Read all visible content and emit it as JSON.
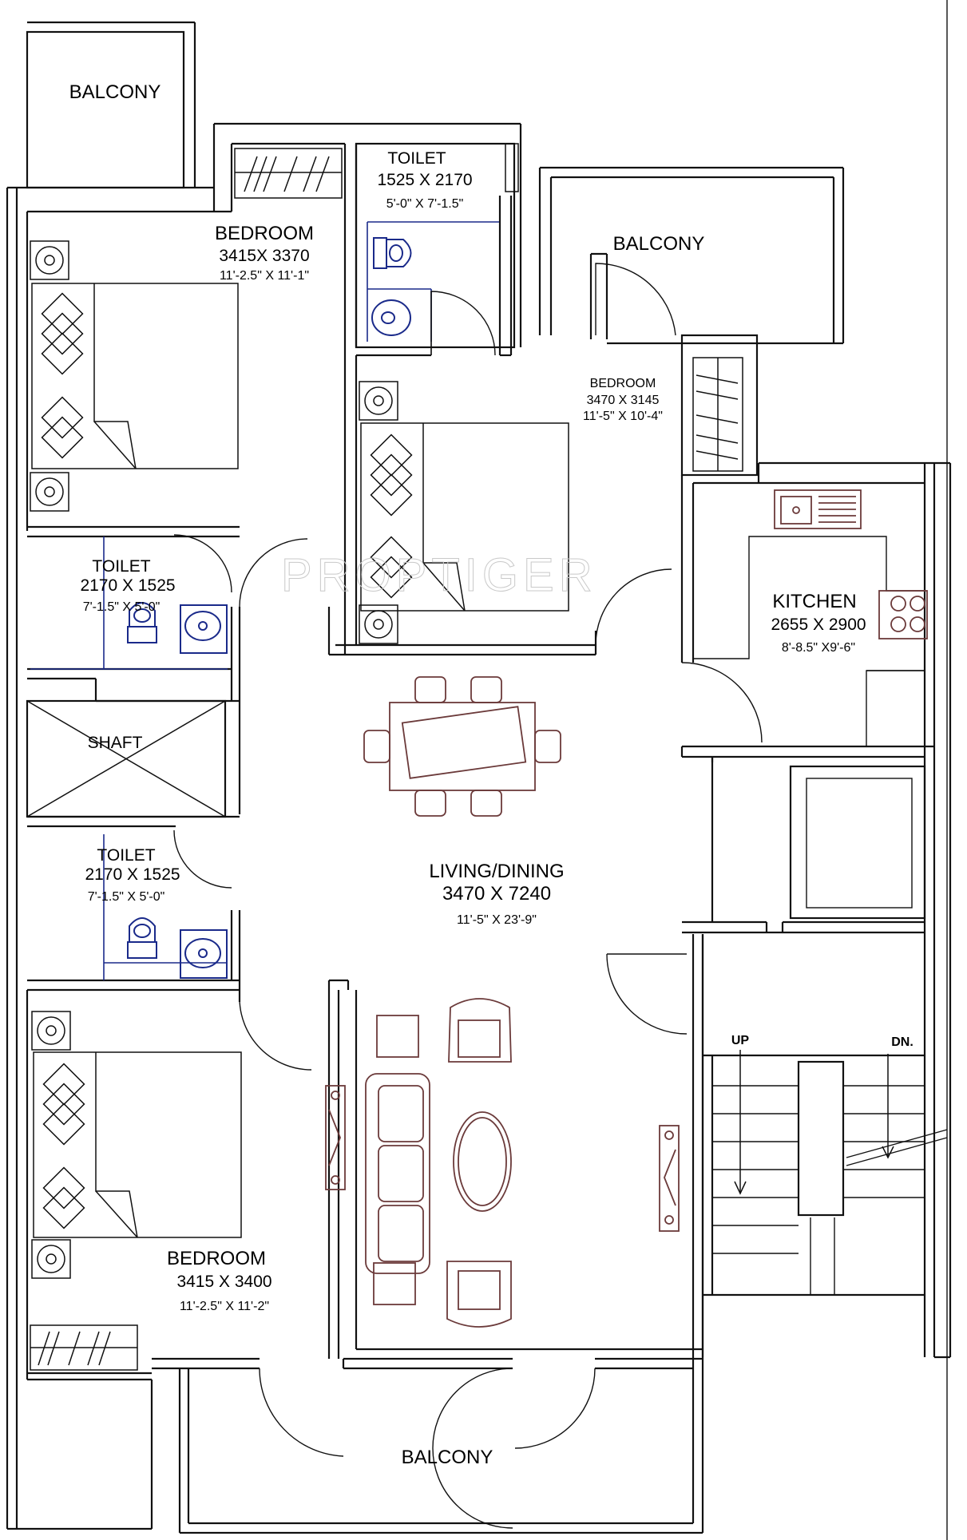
{
  "watermark": "PROPTIGER",
  "rooms": {
    "balcony_top_left": {
      "name": "BALCONY"
    },
    "bedroom_top_left": {
      "name": "BEDROOM",
      "dim_mm": "3415X 3370",
      "dim_ft": "11'-2.5\" X 11'-1\""
    },
    "toilet_top": {
      "name": "TOILET",
      "dim_mm": "1525 X 2170",
      "dim_ft": "5'-0\" X 7'-1.5\""
    },
    "balcony_top_right": {
      "name": "BALCONY"
    },
    "bedroom_middle": {
      "name": "BEDROOM",
      "dim_mm": "3470 X 3145",
      "dim_ft": "11'-5\" X 10'-4\""
    },
    "toilet_left_upper": {
      "name": "TOILET",
      "dim_mm": "2170 X 1525",
      "dim_ft": "7'-1.5\" X 5'-0\""
    },
    "kitchen": {
      "name": "KITCHEN",
      "dim_mm": "2655 X 2900",
      "dim_ft": "8'-8.5\" X9'-6\""
    },
    "shaft": {
      "name": "SHAFT"
    },
    "toilet_left_lower": {
      "name": "TOILET",
      "dim_mm": "2170 X 1525",
      "dim_ft": "7'-1.5\" X 5'-0\""
    },
    "living_dining": {
      "name": "LIVING/DINING",
      "dim_mm": "3470 X 7240",
      "dim_ft": "11'-5\" X 23'-9\""
    },
    "bedroom_bottom_left": {
      "name": "BEDROOM",
      "dim_mm": "3415 X 3400",
      "dim_ft": "11'-2.5\" X 11'-2\""
    },
    "balcony_bottom": {
      "name": "BALCONY"
    }
  },
  "stairs": {
    "up_label": "UP",
    "down_label": "DN."
  },
  "colors": {
    "walls": "#111111",
    "furniture": "#6b3a3a",
    "sanitary": "#1a2a8a",
    "watermark": "#c9c9c9"
  }
}
